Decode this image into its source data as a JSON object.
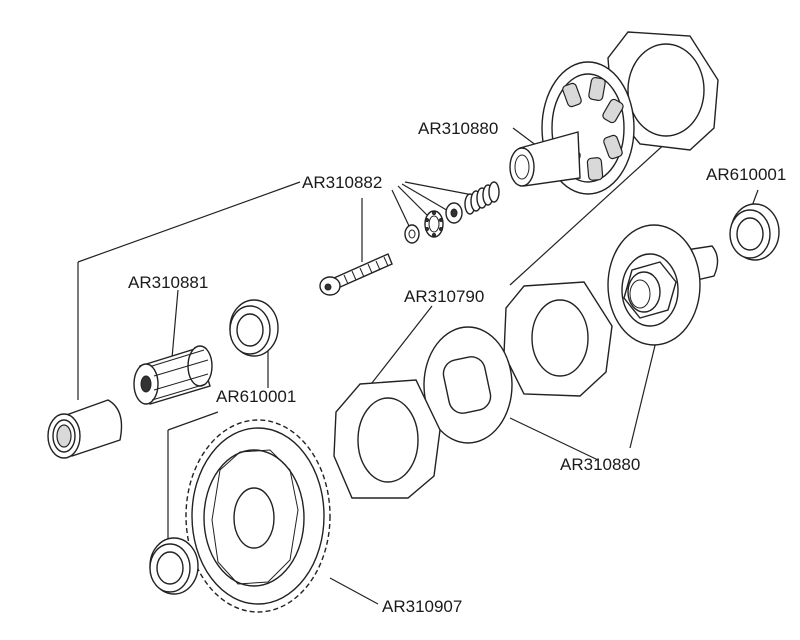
{
  "labels": {
    "ar310880_top": "AR310880",
    "ar310882": "AR310882",
    "ar610001_right": "AR610001",
    "ar310881": "AR310881",
    "ar310790": "AR310790",
    "ar610001_left": "AR610001",
    "ar310880_bottom": "AR310880",
    "ar310907": "AR310907"
  }
}
